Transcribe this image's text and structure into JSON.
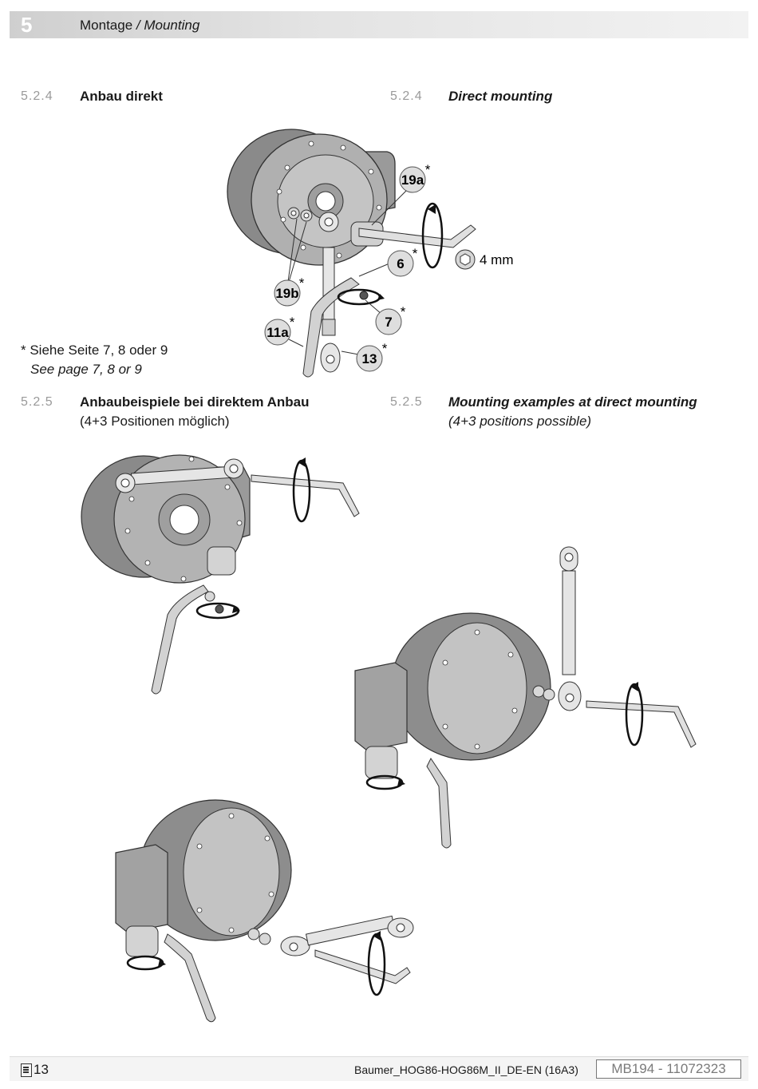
{
  "header": {
    "chapter_number": "5",
    "title_de": "Montage",
    "separator": " / ",
    "title_en": "Mounting"
  },
  "section_524": {
    "number": "5.2.4",
    "title_de": "Anbau direkt",
    "title_en": "Direct mounting",
    "callouts": [
      "19a",
      "6",
      "7",
      "13",
      "19b",
      "11a"
    ],
    "asterisk": "*",
    "wrench_size": "4 mm",
    "note_de": "* Siehe Seite 7, 8 oder 9",
    "note_en": "See page 7, 8 or 9"
  },
  "section_525": {
    "number": "5.2.5",
    "title_de": "Anbaubeispiele bei direktem Anbau",
    "subtitle_de": "(4+3 Positionen möglich)",
    "title_en": "Mounting examples at direct mounting",
    "subtitle_en": "(4+3 positions possible)"
  },
  "footer": {
    "page_icon": "page-icon",
    "page_number": "13",
    "document_name": "Baumer_HOG86-HOG86M_II_DE-EN (16A3)",
    "document_code": "MB194 - 11072323"
  },
  "colors": {
    "housing": "#a9a9a9",
    "housing_dark": "#7d7d7d",
    "callout_bg": "#d9d9d9",
    "header_band": "#dcdcdc"
  }
}
